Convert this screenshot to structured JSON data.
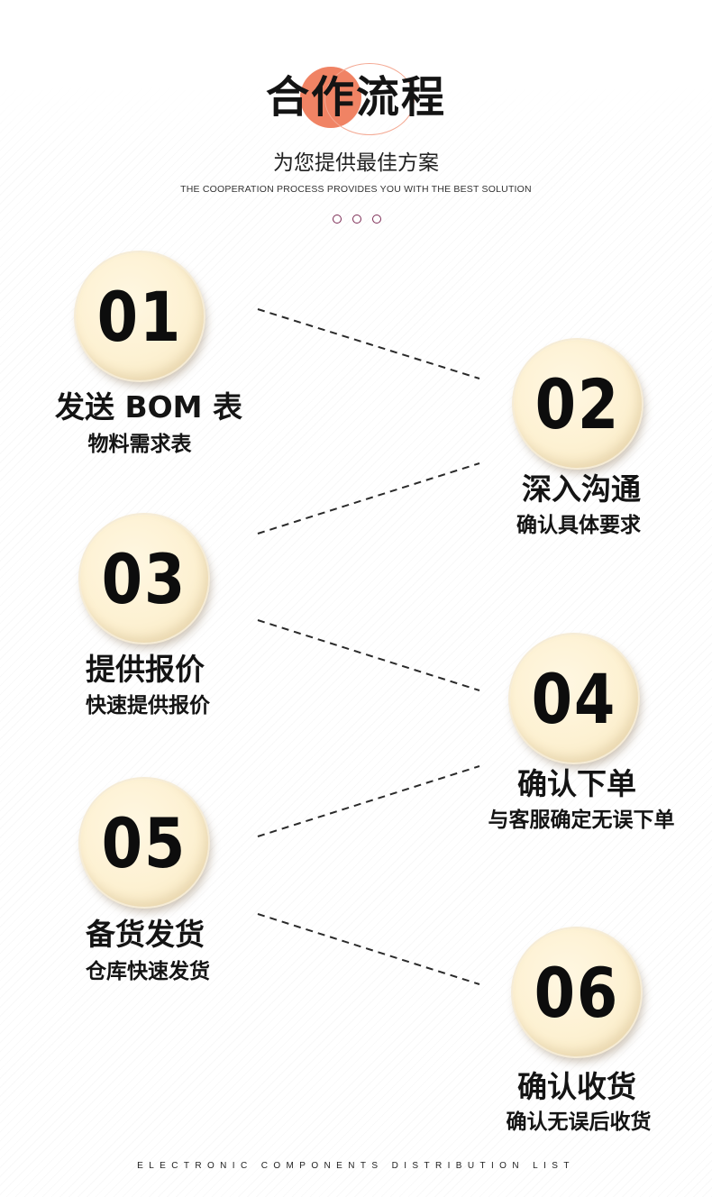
{
  "header": {
    "title": "合作流程",
    "subtitle": "为您提供最佳方案",
    "subtitle_en": "THE COOPERATION PROCESS PROVIDES YOU WITH THE BEST SOLUTION"
  },
  "steps": [
    {
      "number": "01",
      "title": "发送 BOM 表",
      "subtitle": "物料需求表"
    },
    {
      "number": "02",
      "title": "深入沟通",
      "subtitle": "确认具体要求"
    },
    {
      "number": "03",
      "title": "提供报价",
      "subtitle": "快速提供报价"
    },
    {
      "number": "04",
      "title": "确认下单",
      "subtitle": "与客服确定无误下单"
    },
    {
      "number": "05",
      "title": "备货发货",
      "subtitle": "仓库快速发货"
    },
    {
      "number": "06",
      "title": "确认收货",
      "subtitle": "确认无误后收货"
    }
  ],
  "footer": {
    "text": "ELECTRONIC COMPONENTS DISTRIBUTION LIST"
  },
  "colors": {
    "accent": "#f08364",
    "circle_fill": "#fdf1d2",
    "dot_outline": "#7d2c55"
  }
}
